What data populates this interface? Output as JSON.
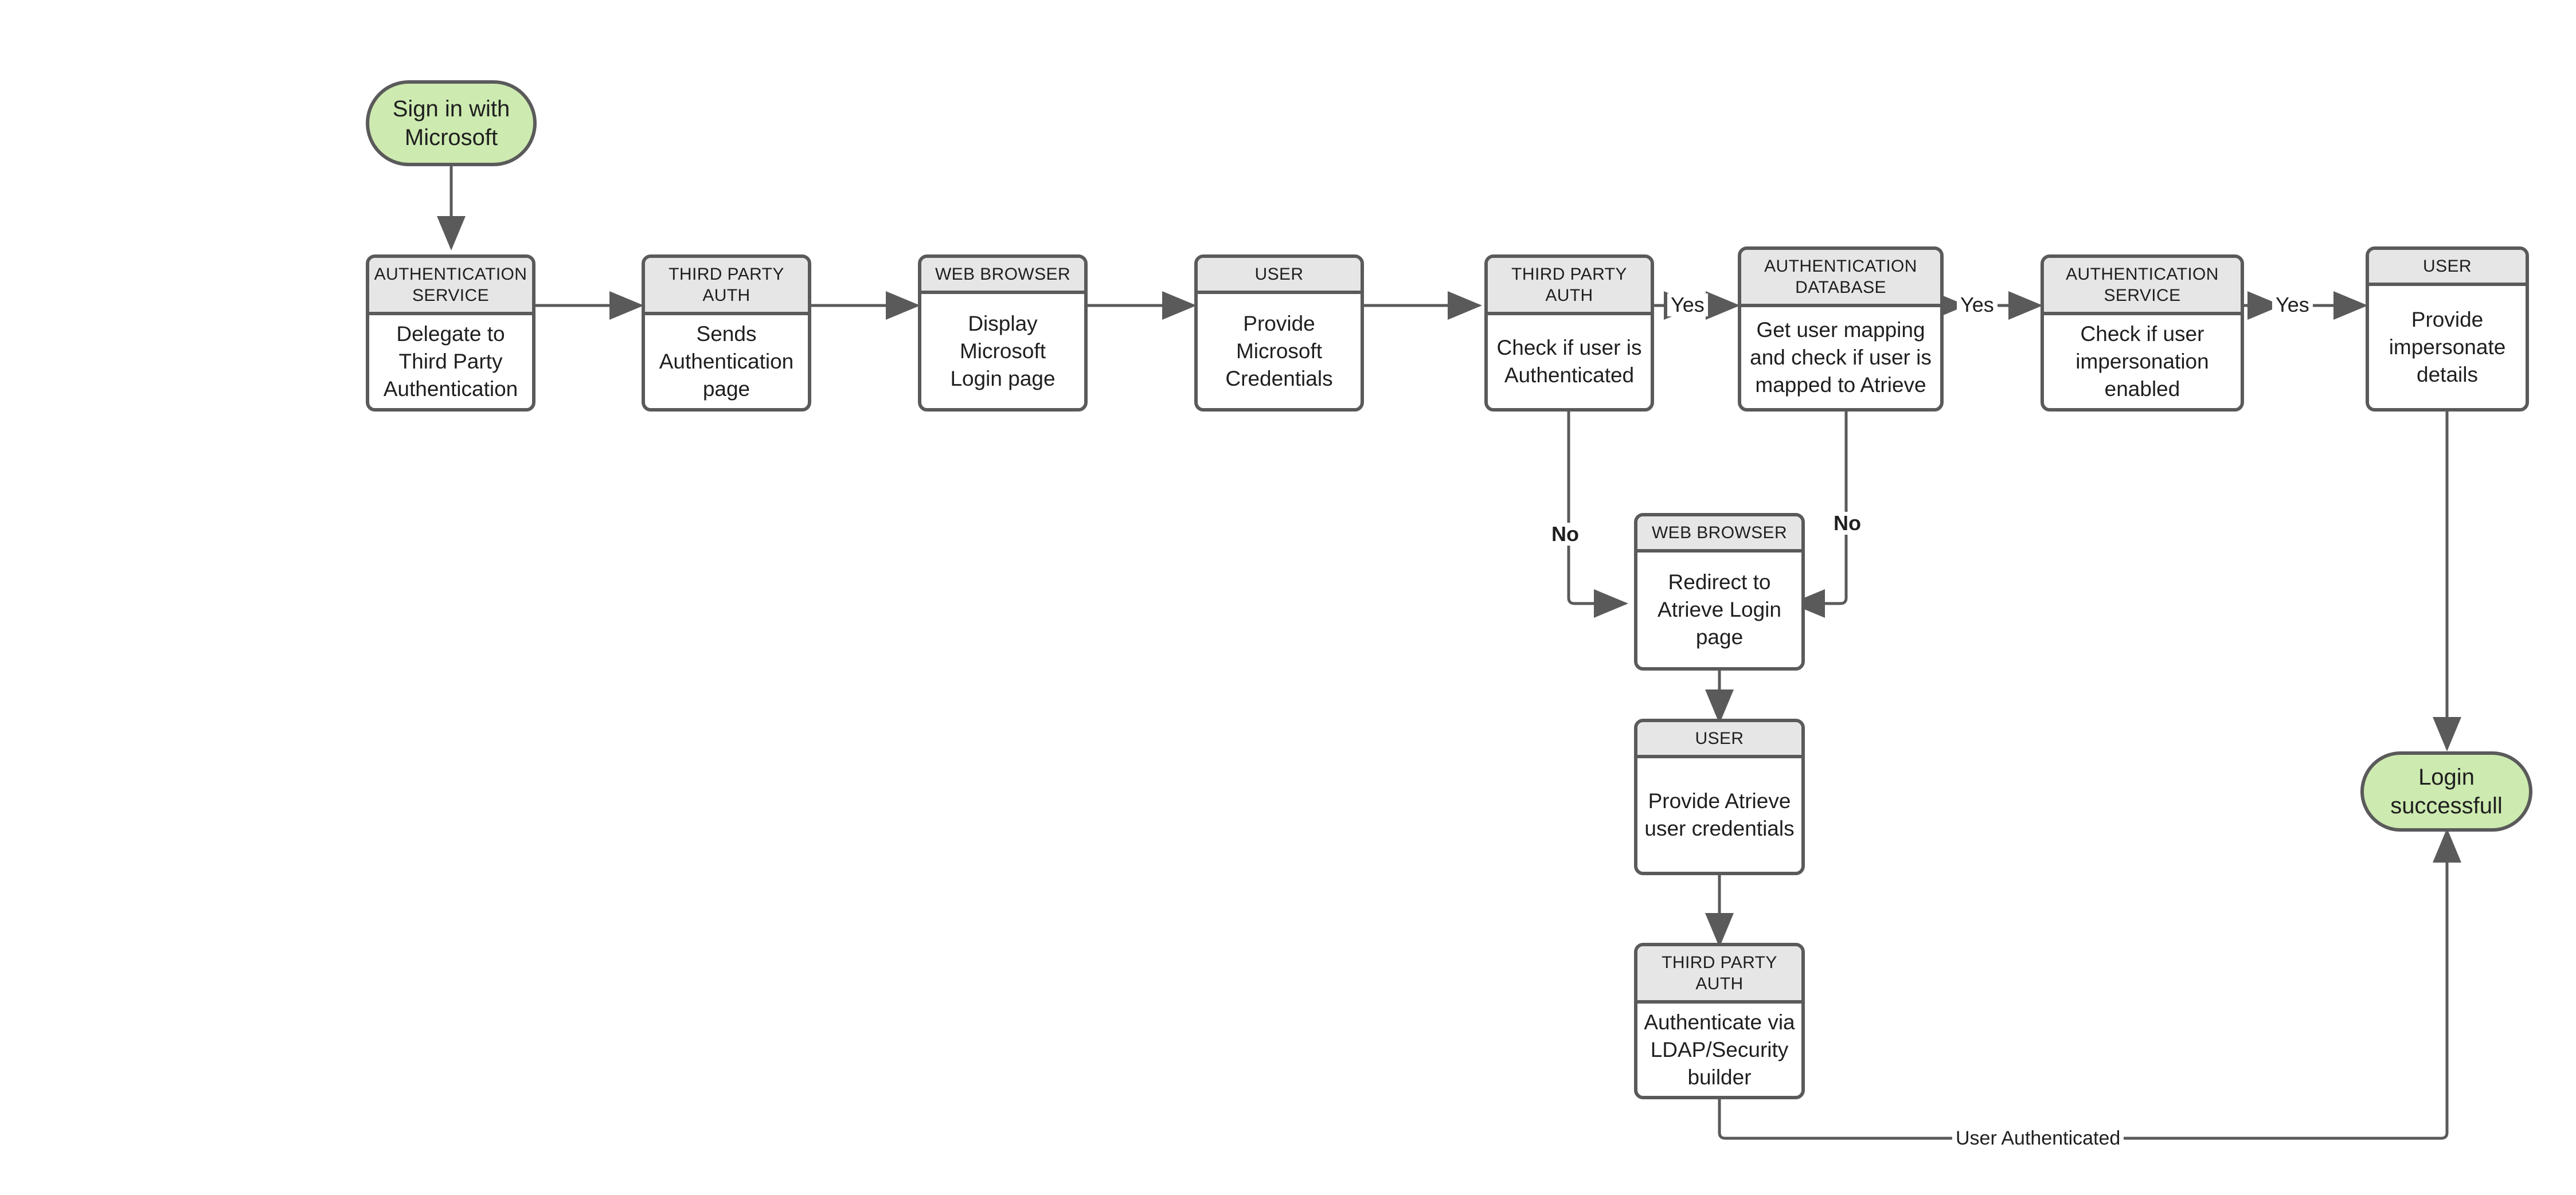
{
  "diagram": {
    "title": "Sign in with Microsoft authentication flow",
    "colors": {
      "terminal_fill": "#cdeab0",
      "node_header_fill": "#e6e6e6",
      "node_body_fill": "#ffffff",
      "stroke": "#5a5a5a",
      "text": "#1f1f1f",
      "background": "#ffffff"
    },
    "nodes": [
      {
        "id": "start",
        "shape": "terminal",
        "label": "Sign in with\nMicrosoft"
      },
      {
        "id": "delegate",
        "shape": "process",
        "header": "AUTHENTICATION\nSERVICE",
        "body": "Delegate to\nThird Party\nAuthentication"
      },
      {
        "id": "sends_auth_page",
        "shape": "process",
        "header": "THIRD PARTY AUTH",
        "body": "Sends\nAuthentication\npage"
      },
      {
        "id": "display_ms_login",
        "shape": "process",
        "header": "WEB BROWSER",
        "body": "Display Microsoft\nLogin page"
      },
      {
        "id": "provide_ms_creds",
        "shape": "process",
        "header": "USER",
        "body": "Provide\nMicrosoft\nCredentials"
      },
      {
        "id": "check_authn",
        "shape": "process",
        "header": "THIRD PARTY AUTH",
        "body": "Check if user is\nAuthenticated"
      },
      {
        "id": "user_mapping",
        "shape": "process",
        "header": "AUTHENTICATION\nDATABASE",
        "body": "Get user mapping\nand check if user is\nmapped to Atrieve"
      },
      {
        "id": "check_imperson",
        "shape": "process",
        "header": "AUTHENTICATION\nSERVICE",
        "body": "Check if user\nimpersonation\nenabled"
      },
      {
        "id": "provide_imperson",
        "shape": "process",
        "header": "USER",
        "body": "Provide\nimpersonate\ndetails"
      },
      {
        "id": "redirect_atrieve",
        "shape": "process",
        "header": "WEB BROWSER",
        "body": "Redirect to\nAtrieve Login\npage"
      },
      {
        "id": "provide_atr_creds",
        "shape": "process",
        "header": "USER",
        "body": "Provide Atrieve\nuser credentials"
      },
      {
        "id": "authn_ldap",
        "shape": "process",
        "header": "THIRD PARTY AUTH",
        "body": "Authenticate via\nLDAP/Security\nbuilder"
      },
      {
        "id": "login_success",
        "shape": "terminal",
        "label": "Login\nsuccessfull"
      }
    ],
    "edge_labels": {
      "yes_1": "Yes",
      "yes_2": "Yes",
      "yes_3": "Yes",
      "no_1": "No",
      "no_2": "No",
      "user_authenticated": "User Authenticated"
    }
  }
}
